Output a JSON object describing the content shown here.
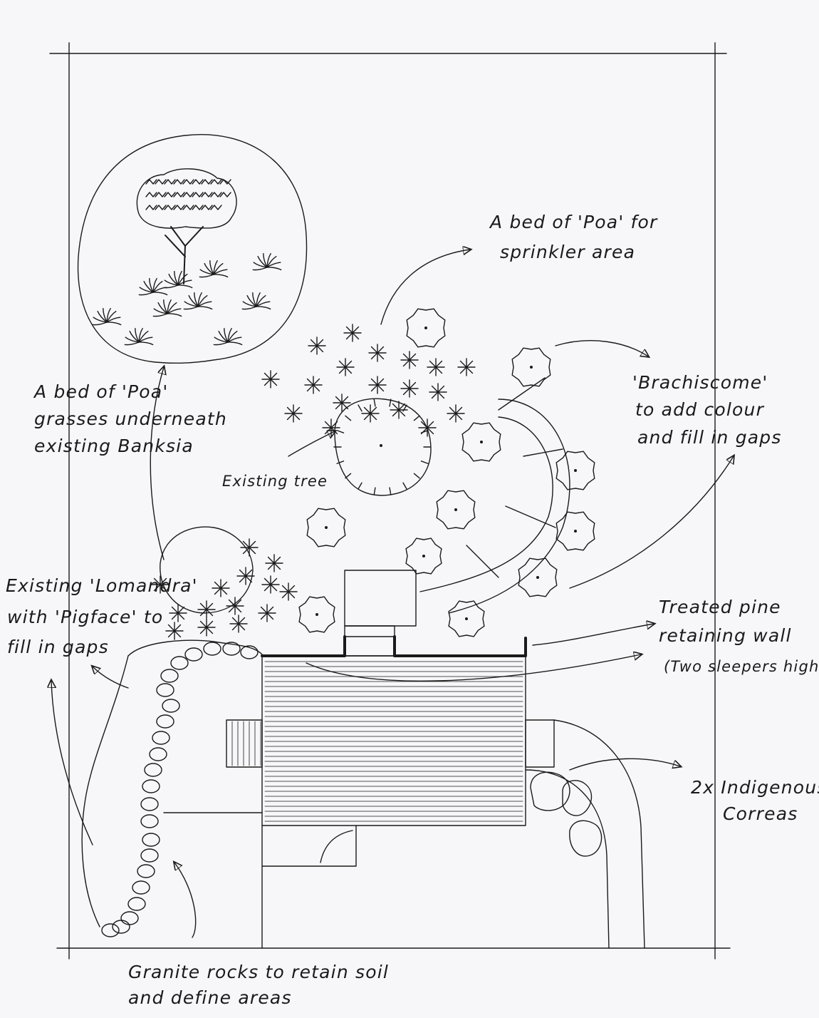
{
  "labels": {
    "poa_sprinkler": [
      "A bed of 'Poa' for",
      "sprinkler area"
    ],
    "brachiscome": [
      "'Brachiscome'",
      "to add colour",
      "and fill in gaps"
    ],
    "poa_banksia": [
      "A bed of 'Poa'",
      "grasses underneath",
      "existing Banksia"
    ],
    "existing_tree": "Existing tree",
    "lomandra": [
      "Existing 'Lomandra'",
      "with 'Pigface' to",
      "fill in gaps"
    ],
    "retaining_wall": [
      "Treated pine",
      "retaining wall",
      "(Two sleepers high"
    ],
    "correas": [
      "2x Indigenous",
      "Correas"
    ],
    "granite": [
      "Granite rocks to retain soil",
      "and define areas"
    ]
  },
  "colors": {
    "ink": "#1a1a1a",
    "paper": "#f7f7f9"
  }
}
